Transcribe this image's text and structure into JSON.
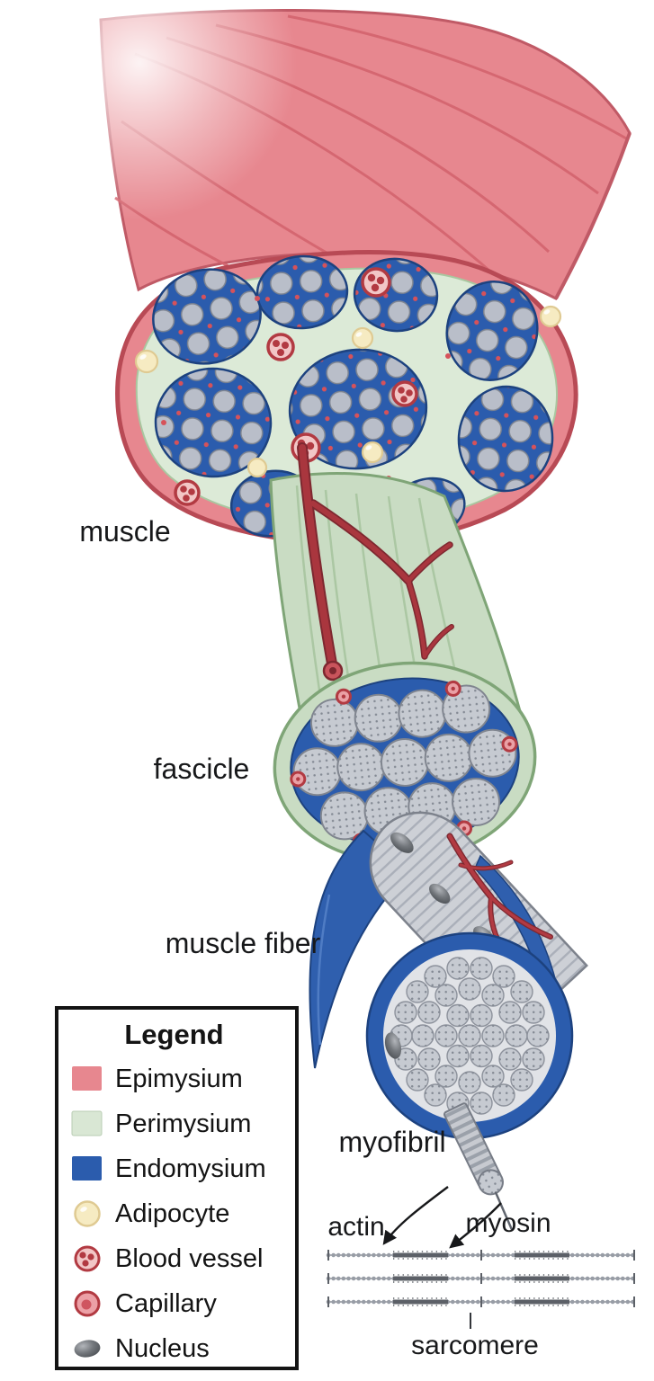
{
  "figure": {
    "labels": {
      "muscle": "muscle",
      "fascicle": "fascicle",
      "muscle_fiber": "muscle fiber",
      "myofibril": "myofibril",
      "actin": "actin",
      "myosin": "myosin",
      "sarcomere": "sarcomere"
    },
    "legend": {
      "title": "Legend",
      "items": [
        {
          "label": "Epimysium",
          "color": "#e7878f",
          "swatch": "square"
        },
        {
          "label": "Perimysium",
          "color": "#d9e7d4",
          "swatch": "square"
        },
        {
          "label": "Endomysium",
          "color": "#2b5cad",
          "swatch": "square"
        },
        {
          "label": "Adipocyte",
          "color": "#f6ebc2",
          "swatch": "circle"
        },
        {
          "label": "Blood vessel",
          "color": "#b23a42",
          "swatch": "vessel"
        },
        {
          "label": "Capillary",
          "color": "#cf5560",
          "swatch": "capillary"
        },
        {
          "label": "Nucleus",
          "color": "#63666c",
          "swatch": "ellipse"
        }
      ]
    },
    "colors": {
      "epimysium": "#e7878f",
      "perimysium": "#d9e7d4",
      "endomysium": "#2b5cad",
      "fiber_gray": "#c9ccd2",
      "vessel_red": "#b23a42",
      "adipocyte_yellow": "#f6ebc2",
      "nucleus_gray": "#63666c",
      "background": "#ffffff"
    }
  }
}
